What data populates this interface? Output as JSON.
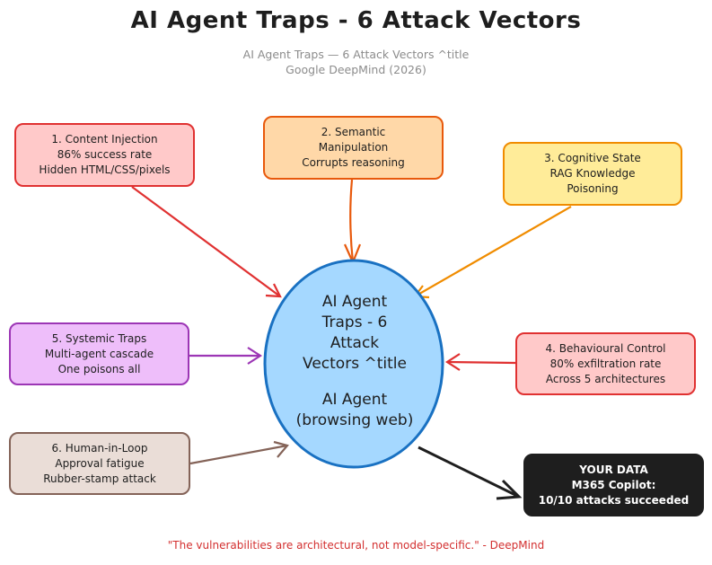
{
  "title": "AI Agent Traps - 6 Attack Vectors",
  "subtitle": {
    "line1": "AI Agent Traps — 6 Attack Vectors ^title",
    "line2": "Google DeepMind (2026)"
  },
  "center": {
    "lines": [
      "AI Agent",
      "Traps - 6",
      "Attack",
      "Vectors ^title"
    ],
    "agent_lines": [
      "AI Agent",
      "(browsing web)"
    ],
    "fill": "#a5d8ff",
    "stroke": "#1971c2"
  },
  "vectors": [
    {
      "lines": [
        "1. Content Injection",
        "86% success rate",
        "Hidden HTML/CSS/pixels"
      ],
      "fill": "#ffc9c9",
      "stroke": "#e03131",
      "arrow": "#e03131"
    },
    {
      "lines": [
        "2. Semantic",
        "Manipulation",
        "Corrupts reasoning"
      ],
      "fill": "#ffd8a8",
      "stroke": "#e8590c",
      "arrow": "#e8590c"
    },
    {
      "lines": [
        "3. Cognitive State",
        "RAG Knowledge",
        "Poisoning"
      ],
      "fill": "#ffec99",
      "stroke": "#f08c00",
      "arrow": "#f08c00"
    },
    {
      "lines": [
        "4. Behavioural Control",
        "80% exfiltration rate",
        "Across 5 architectures"
      ],
      "fill": "#ffc9c9",
      "stroke": "#e03131",
      "arrow": "#e03131"
    },
    {
      "lines": [
        "5. Systemic Traps",
        "Multi-agent cascade",
        "One poisons all"
      ],
      "fill": "#eebefa",
      "stroke": "#9c36b5",
      "arrow": "#9c36b5"
    },
    {
      "lines": [
        "6. Human-in-Loop",
        "Approval fatigue",
        "Rubber-stamp attack"
      ],
      "fill": "#eaddd7",
      "stroke": "#846358",
      "arrow": "#846358"
    }
  ],
  "data_box": {
    "lines": [
      "YOUR DATA",
      "M365 Copilot:",
      "10/10 attacks succeeded"
    ],
    "fill": "#1e1e1e",
    "text_color": "#ffffff",
    "arrow": "#1e1e1e"
  },
  "quote": "\"The vulnerabilities are architectural, not model-specific.\" - DeepMind"
}
